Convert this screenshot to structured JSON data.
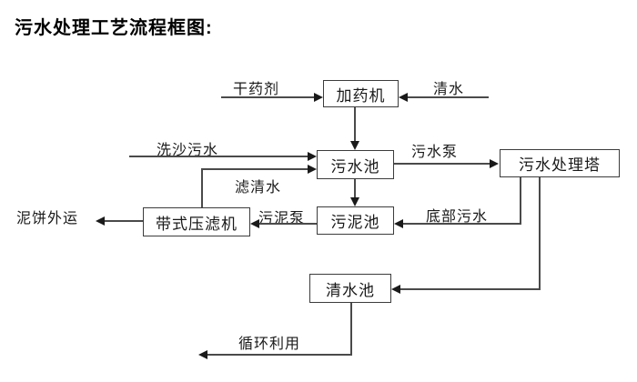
{
  "title": "污水处理工艺流程框图:",
  "diagram": {
    "nodes": {
      "dosing_machine": "加药机",
      "sewage_pool": "污水池",
      "treatment_tower": "污水处理塔",
      "sludge_pool": "污泥池",
      "belt_filter_press": "带式压滤机",
      "clean_water_pool": "清水池"
    },
    "flow_labels": {
      "dry_agent": "干药剂",
      "clean_water": "清水",
      "sand_washing_sewage": "洗沙污水",
      "sewage_pump": "污水泵",
      "filtered_water": "滤清水",
      "sludge_pump": "污泥泵",
      "bottom_sewage": "底部污水",
      "mud_cake_out": "泥饼外运",
      "recycle": "循环利用"
    },
    "colors": {
      "background": "#ffffff",
      "line": "#4a4a4a",
      "arrowhead": "#1a1a1a",
      "box_border": "#3c3c3c",
      "text": "#111111"
    }
  }
}
